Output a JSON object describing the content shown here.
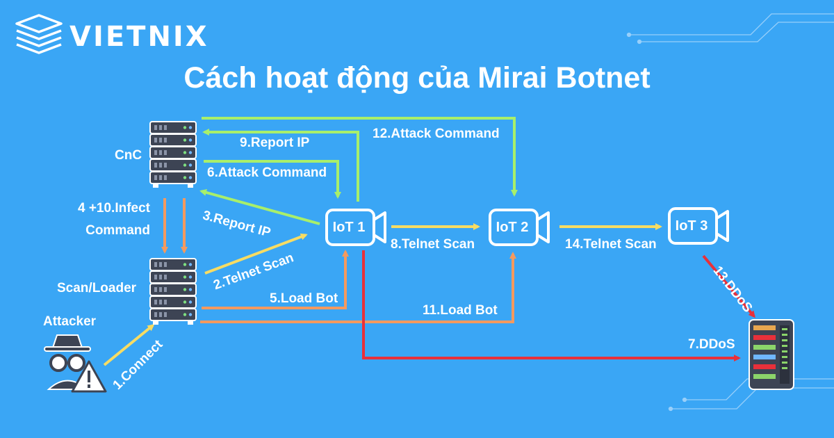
{
  "brand": {
    "name": "VIETNIX"
  },
  "title": "Cách hoạt động của Mirai Botnet",
  "nodes": {
    "cnc": "CnC",
    "scan_loader": "Scan/Loader",
    "attacker": "Attacker",
    "iot1": "IoT 1",
    "iot2": "IoT 2",
    "iot3": "IoT 3"
  },
  "steps": {
    "s1": "1.Connect",
    "s2": "2.Telnet Scan",
    "s3": "3.Report IP",
    "s4_line1": "4 +10.Infect",
    "s4_line2": "Command",
    "s5": "5.Load Bot",
    "s6": "6.Attack Command",
    "s7": "7.DDoS",
    "s8": "8.Telnet Scan",
    "s9": "9.Report IP",
    "s11": "11.Load Bot",
    "s12": "12.Attack Command",
    "s13": "13.DDoS",
    "s14": "14.Telnet Scan"
  },
  "colors": {
    "background": "#3aa6f5",
    "green_arrow": "#a8ef6b",
    "yellow_arrow": "#f7dc63",
    "orange_arrow": "#f39a5f",
    "red_arrow": "#e8303a",
    "server_body": "#3d4454",
    "server_edge": "#ffffff"
  },
  "icons": {
    "logo": "stacked-layers-logo",
    "server": "server-rack-icon",
    "camera": "video-camera-icon",
    "attacker": "spy-hacker-icon",
    "warning": "warning-triangle-icon",
    "target": "target-server-icon"
  }
}
